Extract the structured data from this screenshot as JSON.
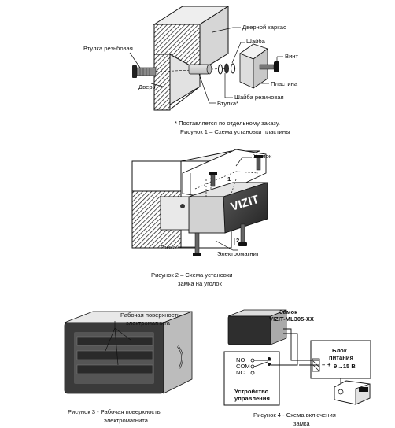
{
  "figure1": {
    "labels": {
      "door_frame": "Дверной каркас",
      "threaded_bushing": "Втулка резьбовая",
      "washer": "Шайба",
      "screw": "Винт",
      "door": "Дверь",
      "plate": "Пластина",
      "rubber_washer": "Шайба резиновая",
      "bushing": "Втулка*"
    },
    "footnote": "* Поставляется по отдельному заказу.",
    "caption": "Рисунок 1 – Схема установки пластины"
  },
  "figure2": {
    "labels": {
      "corner": "Уголок",
      "brand": "VIZIT",
      "one": "1",
      "two": "2",
      "nut": "Гайка",
      "electromagnet": "Электромагнит"
    },
    "caption_line1": "Рисунок 2 – Схема установки",
    "caption_line2": "замка на уголок"
  },
  "figure3": {
    "label_line1": "Рабочая поверхность",
    "label_line2": "электромагнита",
    "caption_line1": "Рисунок 3 - Рабочая поверхность",
    "caption_line2": "электромагнита"
  },
  "figure4": {
    "lock_line1": "Замок",
    "lock_line2": "VIZIT-ML305-XX",
    "no": "NO",
    "com": "COM",
    "nc": "NC",
    "psu_line1": "Блок",
    "psu_line2": "питания",
    "voltage": "9…15 В",
    "control_line1": "Устройство",
    "control_line2": "управления",
    "minus": "–",
    "plus": "+",
    "caption_line1": "Рисунок 4 - Схема включения",
    "caption_line2": "замка"
  }
}
